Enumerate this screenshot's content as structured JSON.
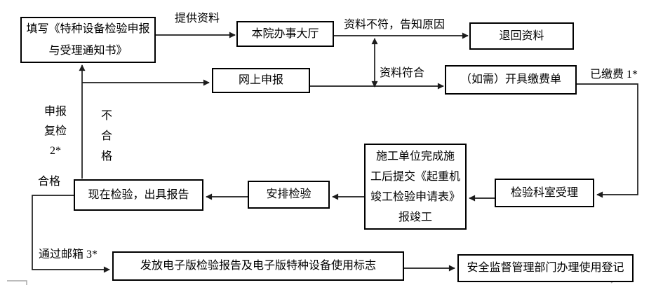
{
  "diagram": {
    "nodes": {
      "fill_form": "填写《特种设备检验申报\n与受理通知书》",
      "service_hall": "本院办事大厅",
      "online_apply": "网上申报",
      "return_docs": "退回资料",
      "payment": "（如需）开具缴费单",
      "acceptance": "检验科室受理",
      "construction": "施工单位完成施\n工后提交《起重机\n竣工检验申请表》\n报竣工",
      "arrange": "安排检验",
      "report": "现在检验，出具报告",
      "issue": "发放电子版检验报告及电子版特种设备使用标志",
      "register": "安全监督管理部门办理使用登记"
    },
    "edge_labels": {
      "provide_docs": "提供资料",
      "docs_mismatch": "资料不符，告知原因",
      "docs_match": "资料符合",
      "paid": "已缴费 1*",
      "reapply": "申报\n复检\n2*",
      "fail": "不\n合\n格",
      "pass": "合格",
      "via_email": "通过邮箱 3*"
    },
    "colors": {
      "line": "#1c1c1c",
      "box_border": "#000000",
      "background": "#ffffff"
    }
  }
}
